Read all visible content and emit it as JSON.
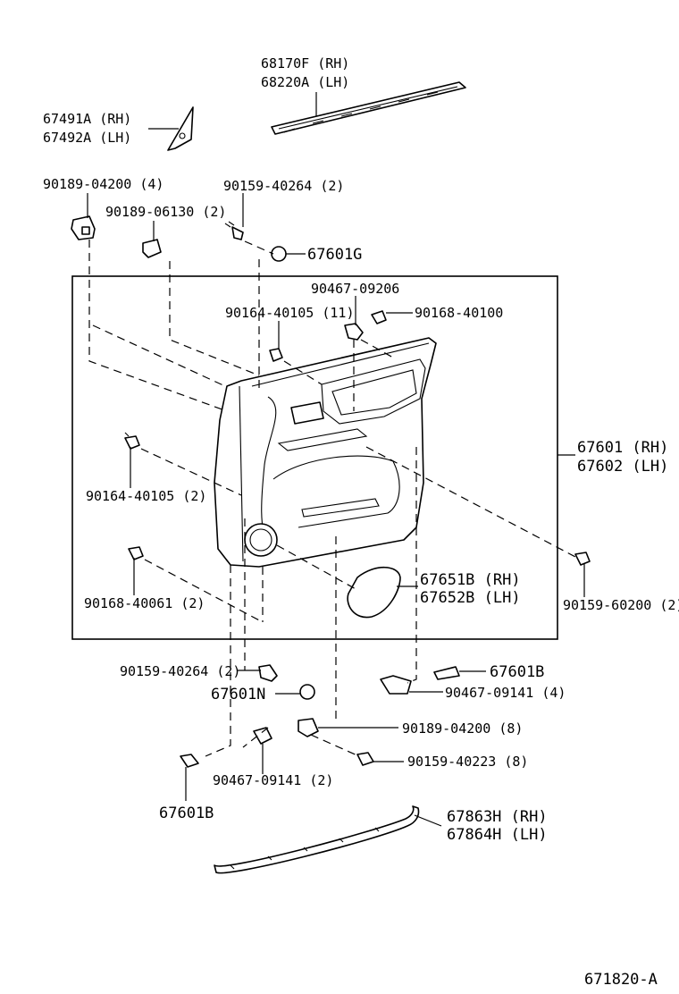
{
  "diagram_code": "671820-A",
  "labels": {
    "weatherstrip_rh": "68170F (RH)",
    "weatherstrip_lh": "68220A (LH)",
    "cover_rh": "67491A (RH)",
    "cover_lh": "67492A (LH)",
    "clip_top_left": "90189-04200 (4)",
    "screw_top_center": "90159-40264 (2)",
    "clip_top_mid": "90189-06130 (2)",
    "cap_g": "67601G",
    "nut_top_right": "90467-09206",
    "screw_inner": "90164-40105 (11)",
    "screw_top_right": "90168-40100",
    "panel_rh": "67601 (RH)",
    "panel_lh": "67602 (LH)",
    "screw_left_mid": "90164-40105 (2)",
    "screw_right_lower": "90159-60200 (2)",
    "pad_rh": "67651B (RH)",
    "pad_lh": "67652B (LH)",
    "screw_left_low": "90168-40061 (2)",
    "screw_bottom_left": "90159-40264 (2)",
    "cap_n": "67601N",
    "cap_b_right": "67601B",
    "nut_bottom_right": "90467-09141 (4)",
    "clip_bottom": "90189-04200 (8)",
    "screw_bottom": "90159-40223 (8)",
    "nut_bottom_left": "90467-09141 (2)",
    "cap_b_left": "67601B",
    "moulding_rh": "67863H (RH)",
    "moulding_lh": "67864H (LH)"
  }
}
